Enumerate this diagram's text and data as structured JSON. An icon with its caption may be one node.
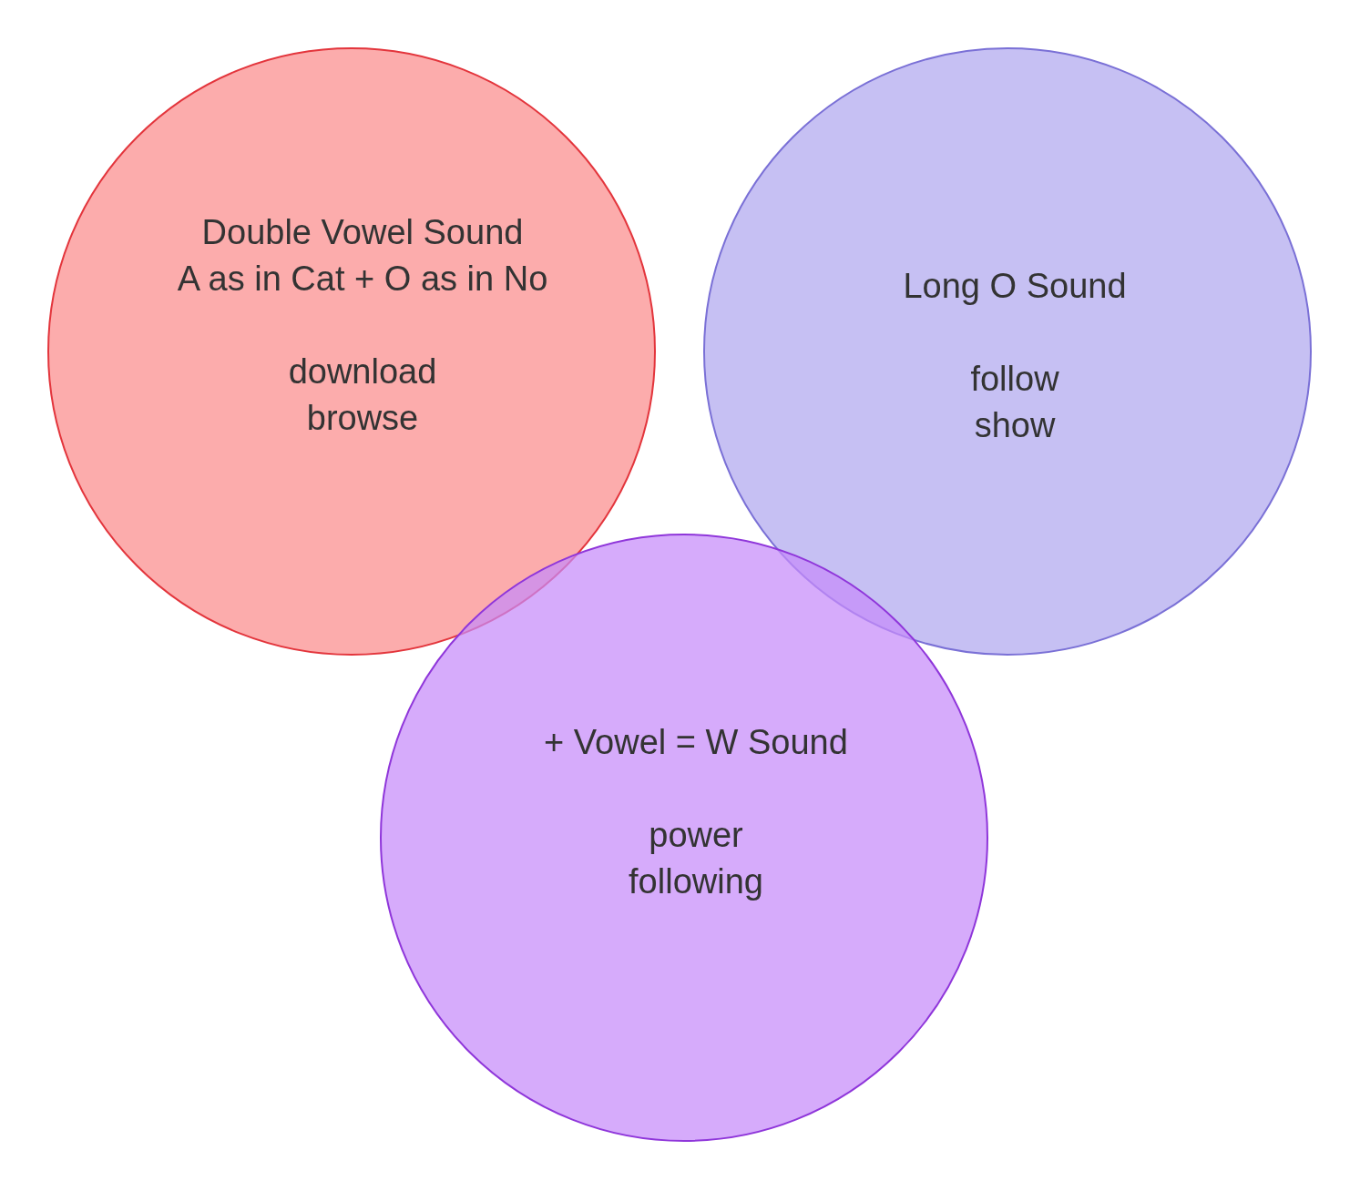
{
  "diagram": {
    "nodes": [
      {
        "text": [
          "Double Vowel Sound",
          "A as in Cat + O as in No",
          "download",
          "browse"
        ]
      },
      {
        "text": [
          "Long O Sound",
          "follow",
          "show"
        ]
      },
      {
        "text": [
          "+ Vowel = W Sound",
          "power",
          "following"
        ]
      }
    ]
  }
}
